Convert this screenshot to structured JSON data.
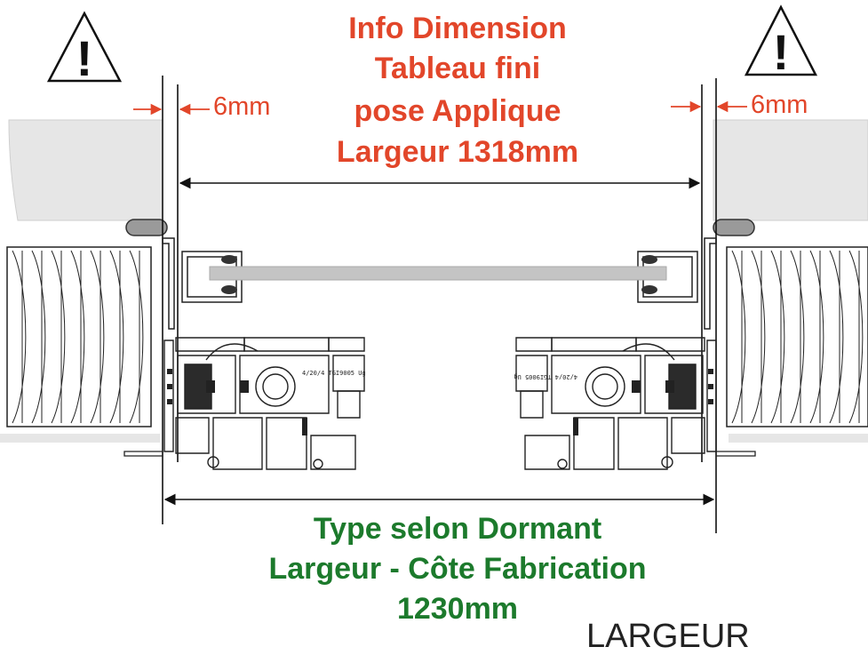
{
  "title_top": {
    "line1": "Info Dimension",
    "line2": "Tableau fini",
    "line3": "pose Applique",
    "line4": "Largeur 1318mm"
  },
  "title_bottom": {
    "line1": "Type selon Dormant",
    "line2": "Largeur - Côte Fabrication",
    "line3": "1230mm"
  },
  "gap_left": "6mm",
  "gap_right": "6mm",
  "corner_label": "LARGEUR",
  "warning_symbol": "!",
  "profile_label": "4/20/4 TGI9005 Ug",
  "colors": {
    "red": "#e2462a",
    "green": "#1c7a2c",
    "wall": "#e6e6e6",
    "glass": "#c4c4c4",
    "line": "#111111"
  }
}
